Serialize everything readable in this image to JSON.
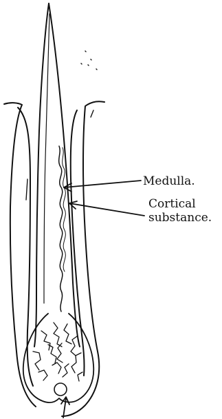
{
  "labels": {
    "medulla": "Medulla.",
    "cortical_line1": "Cortical",
    "cortical_line2": "substance."
  },
  "colors": {
    "ink": "#111111",
    "background": "#ffffff"
  }
}
